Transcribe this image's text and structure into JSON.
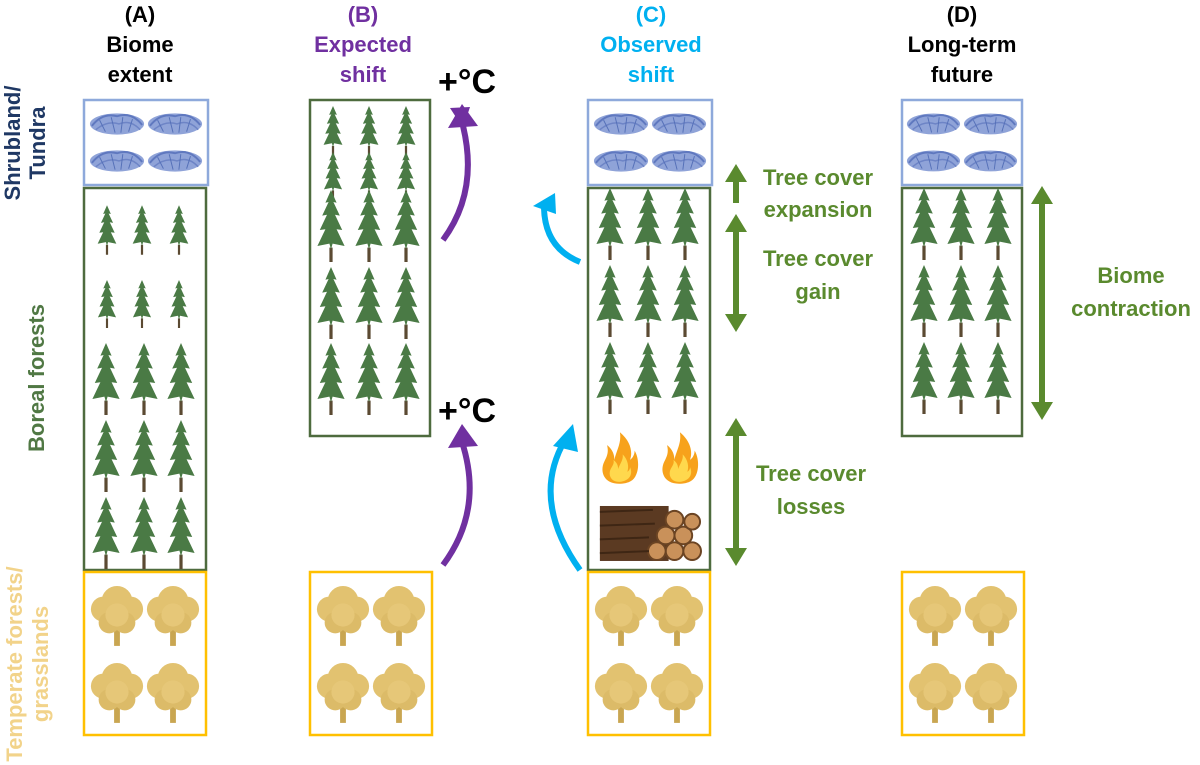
{
  "columns": [
    {
      "letter": "(A)",
      "line1": "Biome",
      "line2": "extent",
      "color": "#000000"
    },
    {
      "letter": "(B)",
      "line1": "Expected",
      "line2": "shift",
      "color": "#7030a0"
    },
    {
      "letter": "(C)",
      "line1": "Observed",
      "line2": "shift",
      "color": "#00b0f0"
    },
    {
      "letter": "(D)",
      "line1": "Long-term",
      "line2": "future",
      "color": "#000000"
    }
  ],
  "biomes": {
    "tundra": {
      "line1": "Shrubland/",
      "line2": "Tundra",
      "color": "#1f3864",
      "box": "#8ea9db",
      "fill": "#7f95cf"
    },
    "boreal": {
      "label": "Boreal forests",
      "color": "#507844",
      "box": "#4e6b3e",
      "fill": "#4a7a45"
    },
    "temperate": {
      "line1": "Temperate forests/",
      "line2": "grasslands",
      "color": "#f2d38a",
      "box": "#ffc000",
      "fill": "#e0c06a"
    }
  },
  "warming": {
    "top": "+°C",
    "bottom": "+°C"
  },
  "annotations": {
    "expansion": {
      "line1": "Tree cover",
      "line2": "expansion"
    },
    "gain": {
      "line1": "Tree cover",
      "line2": "gain"
    },
    "losses": {
      "line1": "Tree cover",
      "line2": "losses"
    },
    "contraction": {
      "line1": "Biome",
      "line2": "contraction"
    },
    "color": "#5a8a2e"
  },
  "arrow_colors": {
    "expected": "#7030a0",
    "observed": "#00b0f0",
    "annotation": "#5a8a2e"
  }
}
